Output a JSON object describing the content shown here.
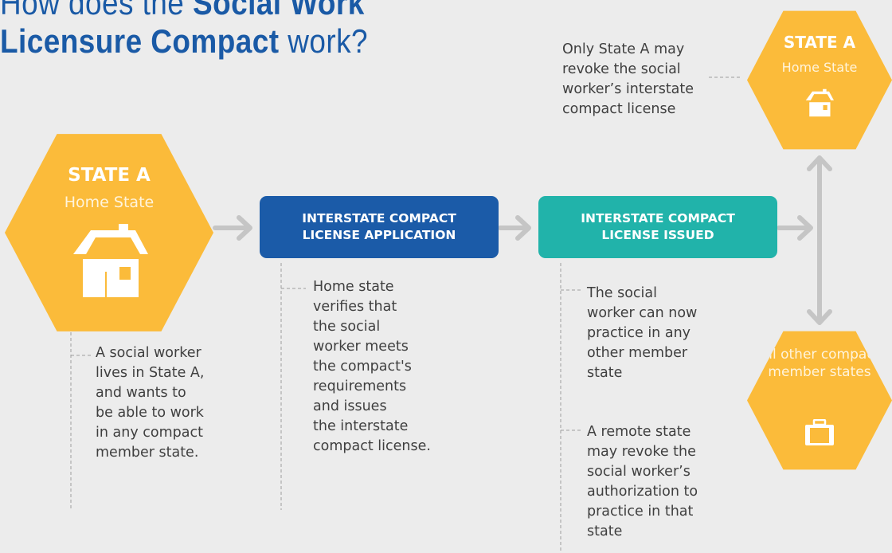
{
  "title": {
    "line1_light": "How does the ",
    "line1_bold": "Social Work",
    "line2_bold": "Licensure Compact",
    "line2_light": " work?"
  },
  "home_state_main": {
    "name": "STATE A",
    "subtitle": "Home State",
    "icon": "house-icon"
  },
  "home_state_revoke": {
    "name": "STATE A",
    "subtitle": "Home State",
    "icon": "house-icon"
  },
  "other_states": {
    "label": "All other compact member states",
    "icon": "suitcase-icon"
  },
  "steps": {
    "application": {
      "line1": "INTERSTATE COMPACT",
      "line2": "LICENSE APPLICATION"
    },
    "issued": {
      "line1": "INTERSTATE COMPACT",
      "line2": "LICENSE ISSUED"
    }
  },
  "notes": {
    "state_a": "A social worker\nlives in State A,\nand wants to\nbe able to work\nin any compact\nmember state.",
    "application": "Home state\nverifies that\nthe social\nworker meets\nthe compact's\nrequirements\nand issues\nthe interstate\ncompact license.",
    "practice": "The social\nworker can now\npractice in any\nother member\nstate",
    "remote_revoke": "A remote state\nmay revoke the\nsocial worker’s\nauthorization to\npractice in that\nstate",
    "home_revoke": "Only State A may\nrevoke the social\nworker’s interstate\ncompact license"
  },
  "colors": {
    "background": "#ececec",
    "hexagon": "#fbbb3a",
    "application_box": "#1b5ba8",
    "issued_box": "#21b3aa",
    "title": "#1a5aa6",
    "arrow": "#c5c5c5",
    "text": "#3f3f3f"
  }
}
